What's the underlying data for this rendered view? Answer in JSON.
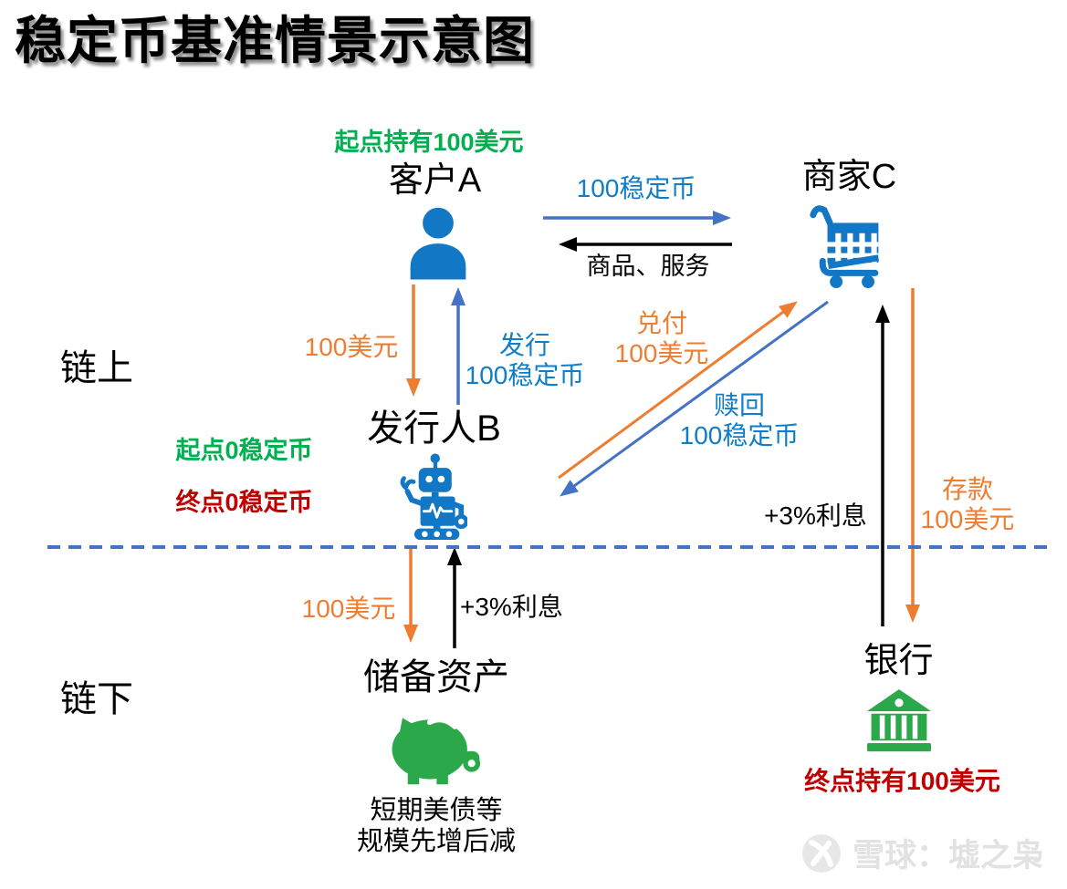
{
  "title": "稳定币基准情景示意图",
  "colors": {
    "icon_blue": "#1277C4",
    "arrow_blue": "#4472C4",
    "text_blue": "#0F7DC8",
    "orange": "#ED7D31",
    "green_text": "#00B050",
    "green_icon": "#2BA84A",
    "dark_red": "#C00000",
    "watermark_gray": "#E2E2E2"
  },
  "zones": {
    "on_chain": "链上",
    "off_chain": "链下"
  },
  "nodes": {
    "customer": {
      "label": "客户A",
      "start_note": "起点持有100美元",
      "icon": "person-icon"
    },
    "merchant": {
      "label": "商家C",
      "icon": "shopping-cart-icon"
    },
    "issuer": {
      "label": "发行人B",
      "start_note": "起点0稳定币",
      "end_note": "终点0稳定币",
      "icon": "robot-icon"
    },
    "reserve": {
      "label": "储备资产",
      "note": "短期美债等\n规模先增后减",
      "icon": "piggy-bank-icon"
    },
    "bank": {
      "label": "银行",
      "end_note": "终点持有100美元",
      "icon": "bank-icon"
    }
  },
  "flows": {
    "pay_stablecoin": "100稳定币",
    "goods_services": "商品、服务",
    "mint_usd": "100美元",
    "issue_stablecoin": "发行\n100稳定币",
    "redeem_usd": "兑付\n100美元",
    "redeem_stablecoin": "赎回\n100稳定币",
    "deposit": "存款\n100美元",
    "bank_interest": "+3%利息",
    "reserve_usd": "100美元",
    "reserve_interest": "+3%利息"
  },
  "watermark": {
    "source": "雪球：墟之枭",
    "icon": "xueqiu-logo-icon"
  }
}
